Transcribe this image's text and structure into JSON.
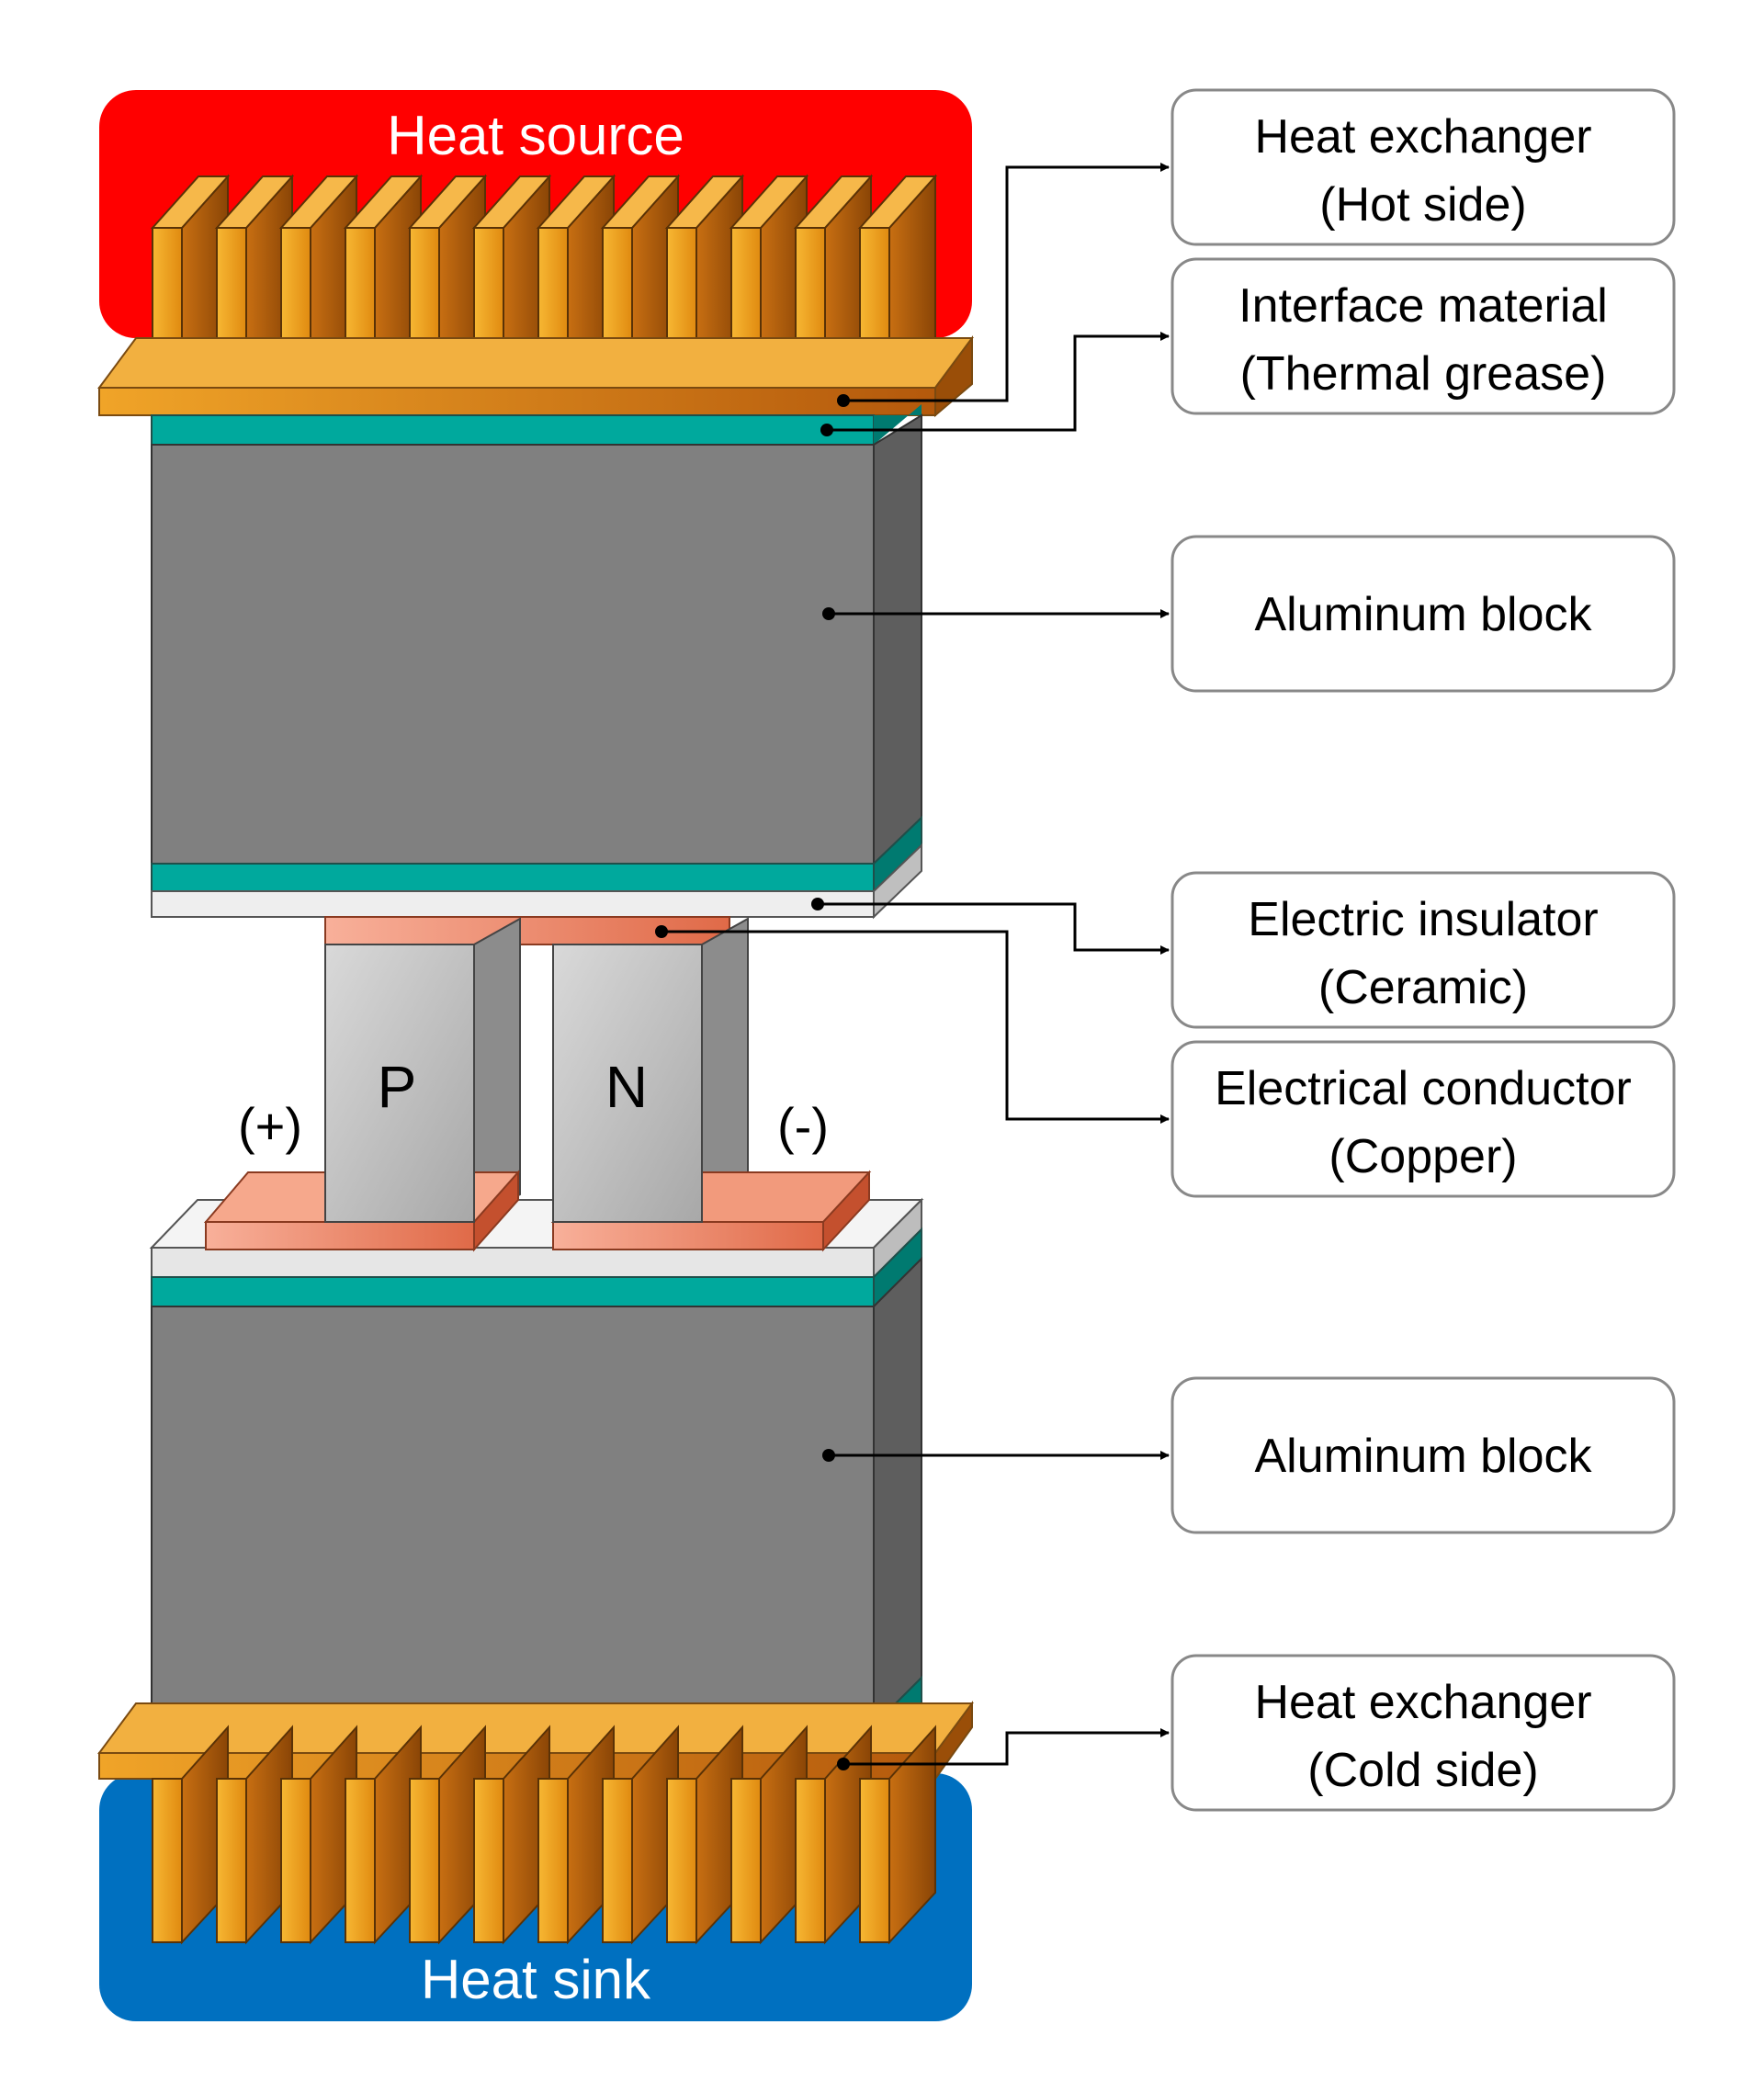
{
  "regions": {
    "heat_source": "Heat source",
    "heat_sink": "Heat sink"
  },
  "legs": {
    "p": "P",
    "n": "N",
    "positive_terminal": "(+)",
    "negative_terminal": "(-)"
  },
  "labels": {
    "heat_exchanger_hot": {
      "line1": "Heat exchanger",
      "line2": "(Hot side)"
    },
    "interface_material": {
      "line1": "Interface material",
      "line2": "(Thermal grease)"
    },
    "aluminum_block_top": {
      "line1": "Aluminum block"
    },
    "electric_insulator": {
      "line1": "Electric insulator",
      "line2": "(Ceramic)"
    },
    "electrical_conductor": {
      "line1": "Electrical conductor",
      "line2": "(Copper)"
    },
    "aluminum_block_bottom": {
      "line1": "Aluminum block"
    },
    "heat_exchanger_cold": {
      "line1": "Heat exchanger",
      "line2": "(Cold side)"
    }
  },
  "colors": {
    "heat_source": "#ff0000",
    "heat_sink": "#0070c0",
    "fin_front": "#f0a020",
    "fin_side": "#a0520a",
    "aluminum": "#808080",
    "aluminum_side": "#5e5e5e",
    "grease": "#00a99d",
    "ceramic": "#e6e6e6",
    "copper": "#f08a6a"
  }
}
